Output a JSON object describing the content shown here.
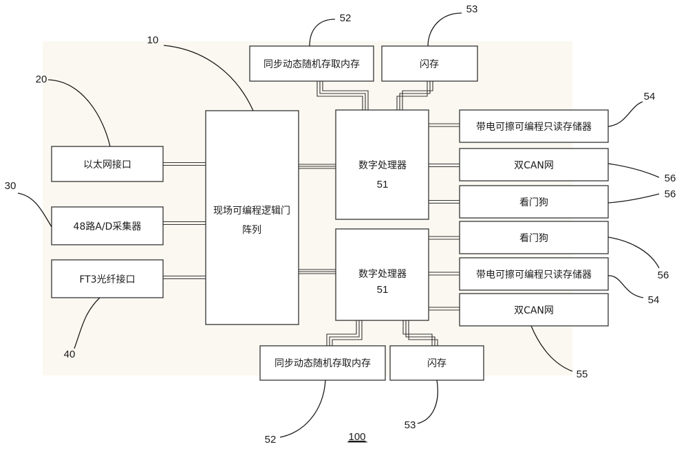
{
  "blocks": {
    "fpga": [
      "现场可编程逻辑门",
      "阵列"
    ],
    "ethernet": "以太网接口",
    "ad": "48路A/D采集器",
    "ft3": "FT3光纤接口",
    "dsp": "数字处理器",
    "dsp_num": "51",
    "sdram": "同步动态随机存取内存",
    "flash": "闪存",
    "eeprom": "带电可擦可编程只读存储器",
    "can": "双CAN网",
    "watchdog": "看门狗"
  },
  "refs": {
    "r10": "10",
    "r20": "20",
    "r30": "30",
    "r40": "40",
    "r52": "52",
    "r53": "53",
    "r54": "54",
    "r55": "55",
    "r56": "56",
    "r100": "100"
  }
}
